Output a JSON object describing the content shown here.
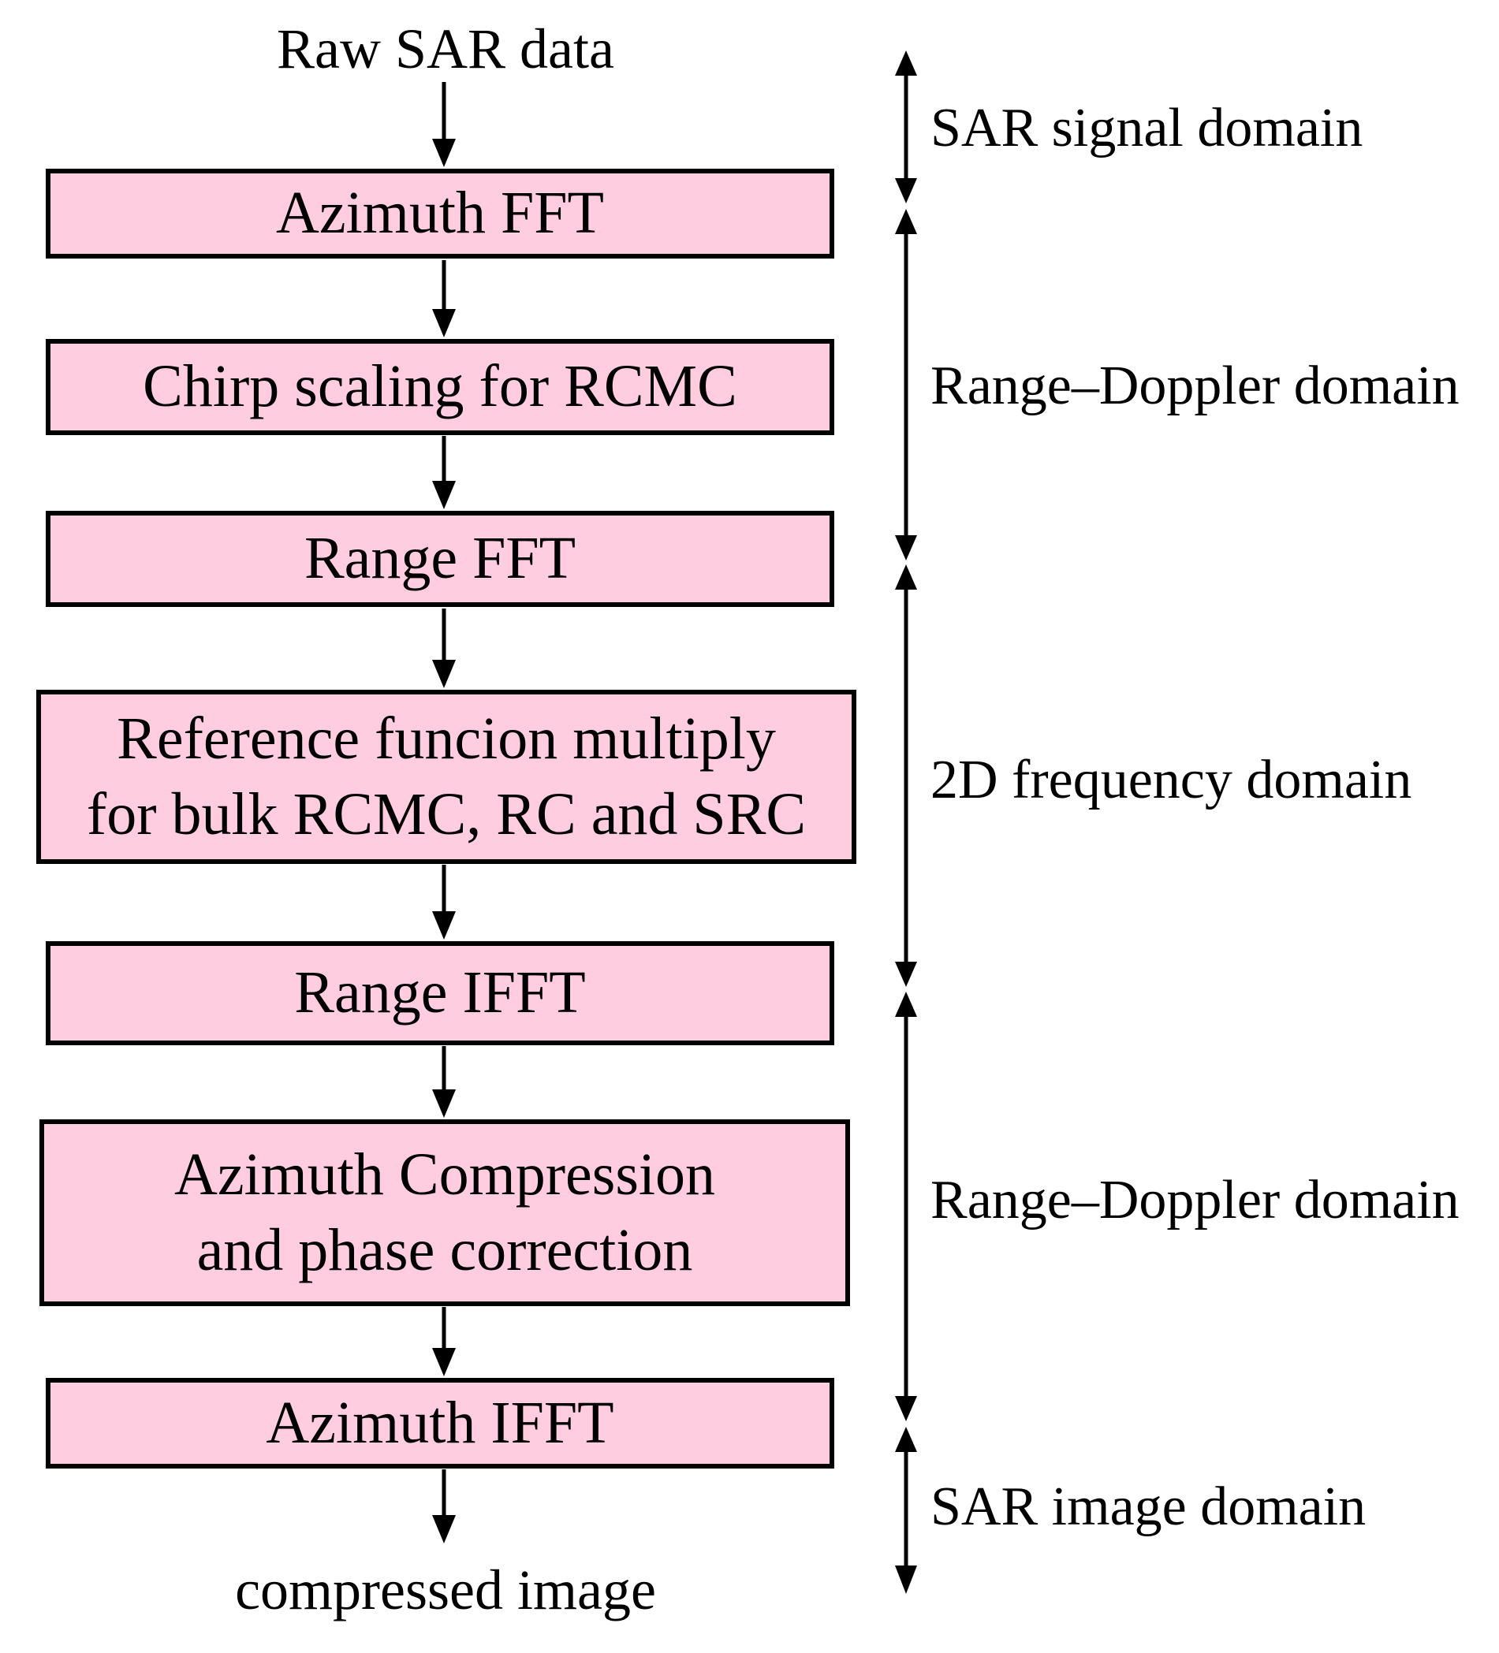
{
  "flow": {
    "source_label": "Raw SAR data",
    "steps": [
      {
        "label": "Azimuth FFT"
      },
      {
        "label": "Chirp scaling for RCMC"
      },
      {
        "label": "Range FFT"
      },
      {
        "label": "Reference funcion multiply\nfor bulk RCMC, RC and SRC"
      },
      {
        "label": "Range IFFT"
      },
      {
        "label": "Azimuth Compression\nand phase correction"
      },
      {
        "label": "Azimuth IFFT"
      }
    ],
    "sink_label": "compressed image"
  },
  "domains": [
    {
      "label": "SAR signal domain"
    },
    {
      "label": "Range–Doppler domain"
    },
    {
      "label": "2D frequency domain"
    },
    {
      "label": "Range–Doppler domain"
    },
    {
      "label": "SAR image domain"
    }
  ],
  "icons": {
    "flow_arrow": "down-arrow",
    "domain_arrow": "double-headed-vertical-arrow"
  },
  "colors": {
    "box_fill": "#FFCDDF",
    "box_border": "#000000",
    "text": "#000000",
    "arrow": "#000000",
    "background": "#FFFFFF"
  }
}
